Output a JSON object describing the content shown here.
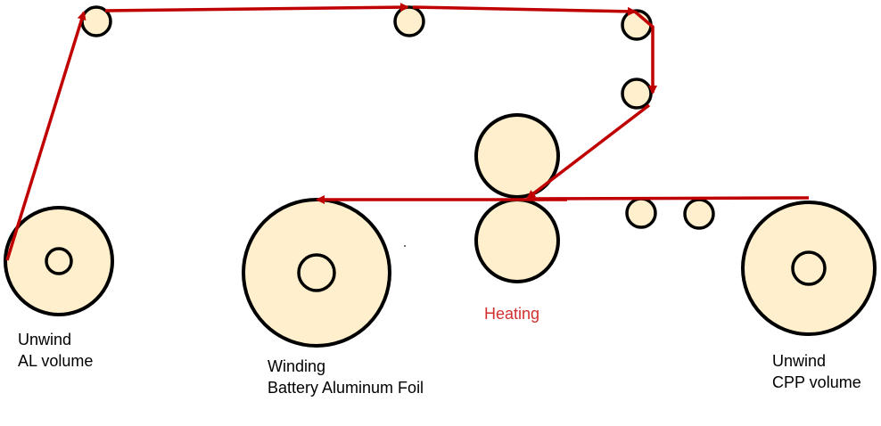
{
  "colors": {
    "roller_fill": "#FFEFCC",
    "roller_stroke": "#000000",
    "path": "#C00000",
    "heating_text": "#D32F2F"
  },
  "labels": {
    "unwind_al": {
      "line1": "Unwind",
      "line2": "AL volume"
    },
    "winding": {
      "line1": "Winding",
      "line2": "Battery Aluminum Foil"
    },
    "heating": "Heating",
    "unwind_cpp": {
      "line1": "Unwind",
      "line2": "CPP volume"
    }
  }
}
